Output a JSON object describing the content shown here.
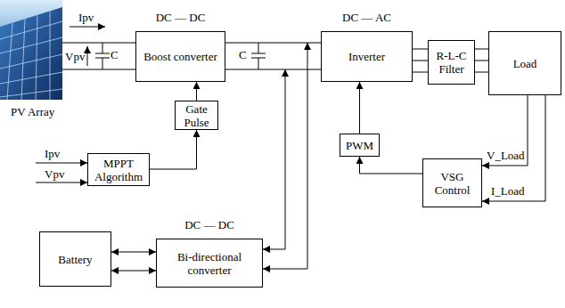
{
  "diagram": {
    "nodes": [
      {
        "text": [
          "DC — DC",
          "Boost converter"
        ]
      },
      {
        "text": [
          "DC — AC",
          "Inverter"
        ]
      },
      {
        "text": [
          "R-L-C Filter"
        ]
      },
      {
        "text": [
          "Load"
        ]
      },
      {
        "text": [
          "Gate Pulse"
        ]
      },
      {
        "text": [
          "PWM"
        ]
      },
      {
        "text": [
          "MPPT Algorithm"
        ]
      },
      {
        "text": [
          "VSG Control"
        ]
      },
      {
        "text": [
          "Battery"
        ]
      },
      {
        "text": [
          "DC — DC",
          "Bi-directional converter"
        ]
      }
    ],
    "edges": [
      {
        "from": 0,
        "to": 1,
        "arrow": "none"
      },
      {
        "from": 1,
        "to": 2,
        "arrow": "none"
      },
      {
        "from": 2,
        "to": 3,
        "arrow": "none"
      },
      {
        "from": 6,
        "to": 4,
        "arrow": "to"
      },
      {
        "from": 4,
        "to": 0,
        "arrow": "to"
      },
      {
        "from": 5,
        "to": 1,
        "arrow": "to"
      },
      {
        "from": 7,
        "to": 5,
        "arrow": "to"
      },
      {
        "from": 3,
        "to": 7,
        "label": "V_Load",
        "arrow": "to"
      },
      {
        "from": 3,
        "to": 7,
        "label": "I_Load",
        "arrow": "to"
      },
      {
        "from": 8,
        "to": 9,
        "arrow": "both"
      },
      {
        "from": 8,
        "to": 9,
        "arrow": "both"
      }
    ],
    "labels": [
      "Ipv",
      "Vpv",
      "C",
      "PV Array",
      "C",
      "Ipv",
      "Vpv"
    ]
  }
}
